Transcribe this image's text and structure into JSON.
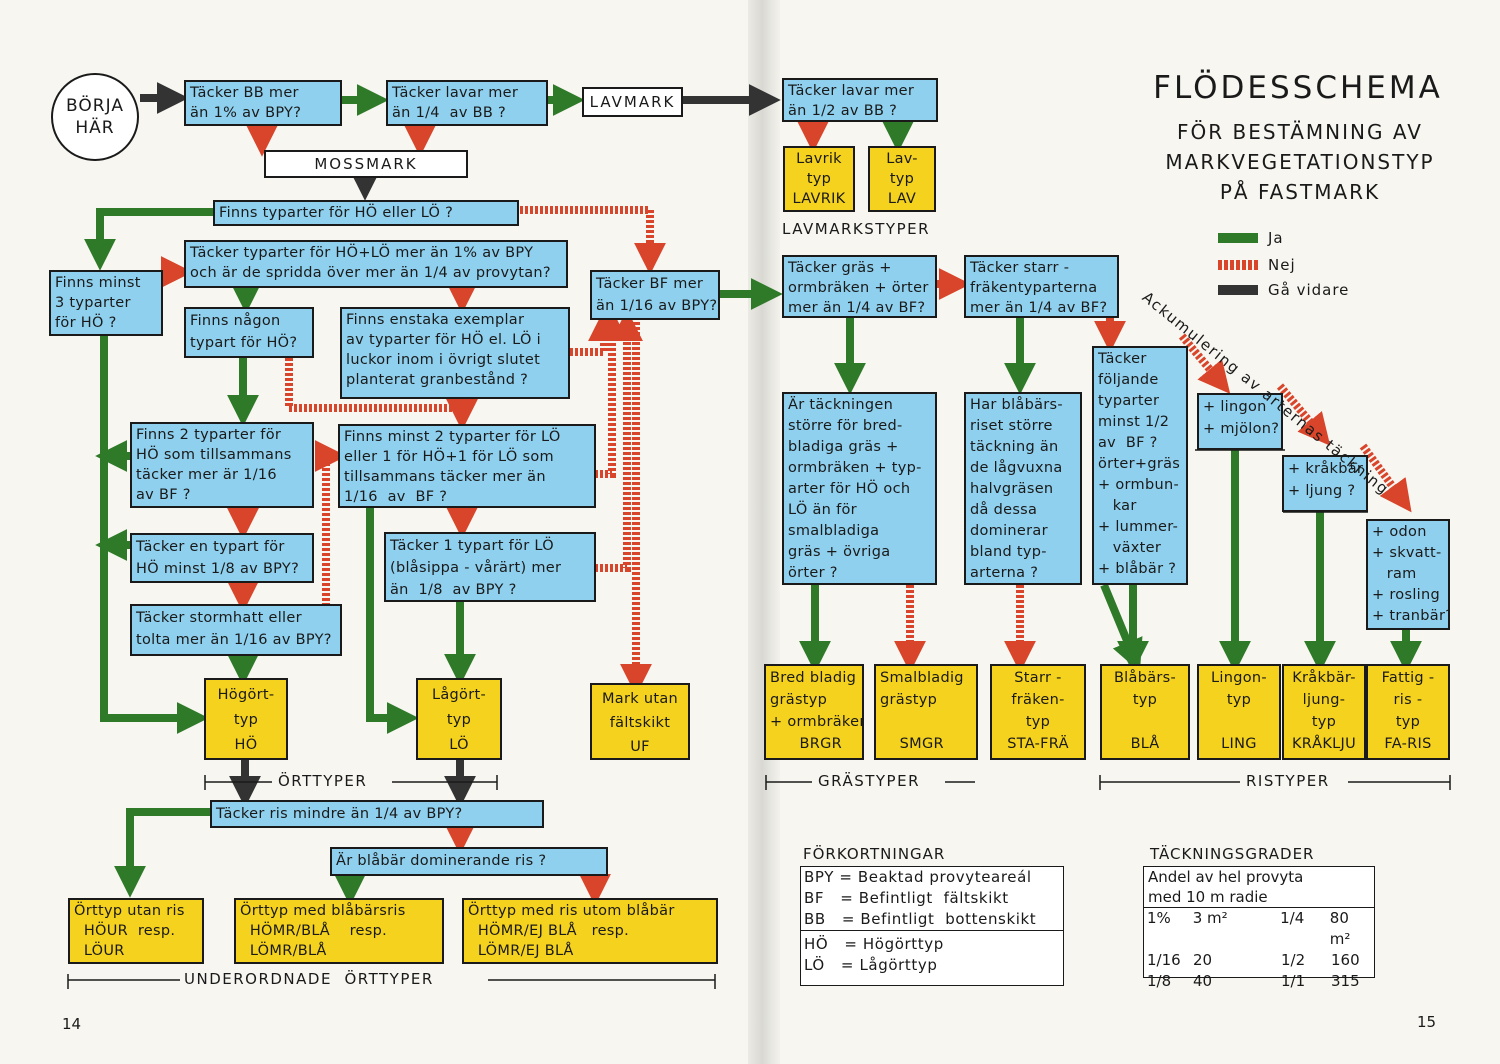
{
  "colors": {
    "question": "#8fd0ee",
    "result": "#f5d21e",
    "yes": "#2f7a28",
    "no": "#d8452a",
    "next": "#333333"
  },
  "start": {
    "label": "BÖRJA\nHÄR"
  },
  "left": {
    "q_bb": "Täcker BB mer\nän 1% av BPY?",
    "q_lavar_bb": "Täcker lavar mer\nän 1/4  av BB ?",
    "lavmark": "LAVMARK",
    "mossmark": "MOSSMARK",
    "q_finns_typarter": "Finns typarter för HÖ eller LÖ ?",
    "q_tacker_typarter": "Täcker typarter för HÖ+LÖ mer än 1% av BPY\noch är de spridda över mer än 1/4 av provytan?",
    "q_minst3": "Finns minst\n3 typarter\nför HÖ ?",
    "q_nagon": "Finns någon\ntypart för HÖ?",
    "q_enstaka": "Finns enstaka exemplar\nav typarter för HÖ el. LÖ i\nluckor inom i övrigt slutet\nplanterat granbestånd ?",
    "q_bf": "Täcker BF mer\nän 1/16 av BPY?",
    "q_2typ_ho": "Finns 2 typarter för\nHÖ som tillsammans\ntäcker mer är 1/16\nav BF ?",
    "q_2typ_lo": "Finns minst 2 typarter för LÖ\neller 1 för HÖ+1 för LÖ som\ntillsammans täcker mer än\n1/16  av  BF ?",
    "q_en_typart": "Täcker en typart för\nHÖ minst 1/8 av BPY?",
    "q_1typ_lo": "Täcker 1 typart för LÖ\n(blåsippa - vårärt) mer\nän  1/8  av BPY ?",
    "q_stormhatt": "Täcker stormhatt eller\ntolta mer än 1/16 av BPY?",
    "r_ho": "Högört-\ntyp\nHÖ",
    "r_lo": "Lågört-\ntyp\nLÖ",
    "r_uf": "Mark utan\nfältskikt\nUF",
    "label_orttyper": "ÖRTTYPER",
    "q_ris": "Täcker ris mindre än 1/4 av BPY?",
    "q_blabar_ris": "Är blåbär dominerande ris ?",
    "r_hour": "Örttyp utan ris\n  HÖUR  resp.\n  LÖUR",
    "r_homr_bla": "Örttyp med blåbärsris\n  HÖMR/BLÅ    resp.\n  LÖMR/BLÅ",
    "r_homr_ejbla": "Örttyp med ris utom blåbär\n  HÖMR/EJ BLÅ   resp.\n  LÖMR/EJ BLÅ",
    "label_underordnade": "UNDERORDNADE  ÖRTTYPER",
    "page_number": "14"
  },
  "right": {
    "title": "FLÖDESSCHEMA",
    "subtitle": "FÖR BESTÄMNING AV\nMARKVEGETATIONSTYP\nPÅ FASTMARK",
    "legend": [
      {
        "label": "Ja",
        "color": "#2f7a28"
      },
      {
        "label": "Nej",
        "color": "#d8452a"
      },
      {
        "label": "Gå vidare",
        "color": "#333333"
      }
    ],
    "q_lavar_half": "Täcker lavar mer\nän 1/2 av BB ?",
    "r_lavrik": "Lavrik\ntyp\nLAVRIK",
    "r_lav": "Lav-\ntyp\nLAV",
    "label_lavmarkstyper": "LAVMARKSTYPER",
    "q_gras": "Täcker gräs +\normbräken + örter\nmer än 1/4 av BF?",
    "q_starr": "Täcker starr -\nfräkentyparterna\nmer än 1/4 av BF?",
    "q_tackning": "Är täckningen\nstörre för bred-\nbladiga gräs +\normbräken + typ-\narter för HÖ och\nLÖ än för\nsmalbladiga\ngräs + övriga\nörter ?",
    "q_blabarsriset": "Har blåbärs-\nriset större\ntäckning än\nde lågvuxna\nhalvgräsen\ndå dessa\ndominerar\nbland typ-\narterna ?",
    "q_foljande": "Täcker\nföljande\ntyparter\nminst 1/2\nav  BF ?\nörter+gräs\n+ ormbun-\n   kar\n+ lummer-\n   växter\n+ blåbär ?",
    "q_lingon": "+ lingon\n+ mjölon?",
    "q_krakbar": "+ kråkbär\n+ ljung ?",
    "q_odon": "+ odon\n+ skvatt-\n   ram\n+ rosling\n+ tranbär?",
    "label_ackumulering": "Ackumulering av arternas täckning",
    "r_brgr": "Bred bladig\ngrästyp\n+ ormbräken\n      BRGR",
    "r_smgr": "Smalbladig\ngrästyp\n\n    SMGR",
    "r_stafra": "Starr -\nfräken-\ntyp\nSTA-FRÄ",
    "r_bla": "Blåbärs-\ntyp\n\nBLÅ",
    "r_ling": "Lingon-\ntyp\n\nLING",
    "r_krakl": "Kråkbär-\nljung-\ntyp\nKRÅKLJU",
    "r_faris": "Fattig -\nris -\ntyp\nFA-RIS",
    "label_grastyper": "GRÄSTYPER",
    "label_ristyper": "RISTYPER",
    "abbr_title": "FÖRKORTNINGAR",
    "abbr_rows": [
      "BPY = Beaktad provyteareál",
      "BF   = Befintligt  fältskikt",
      "BB   = Befintligt  bottenskikt",
      "HÖ   = Högörttyp",
      "LÖ   = Lågörttyp"
    ],
    "tack_title": "TÄCKNINGSGRADER",
    "tack_header": "Andel av hel provyta\nmed 10 m radie",
    "tack_rows": [
      [
        "1%",
        "3 m²",
        "1/4",
        "80 m²"
      ],
      [
        "1/16",
        "20",
        "1/2",
        "160"
      ],
      [
        "1/8",
        "40",
        "1/1",
        "315"
      ]
    ],
    "page_number": "15"
  }
}
